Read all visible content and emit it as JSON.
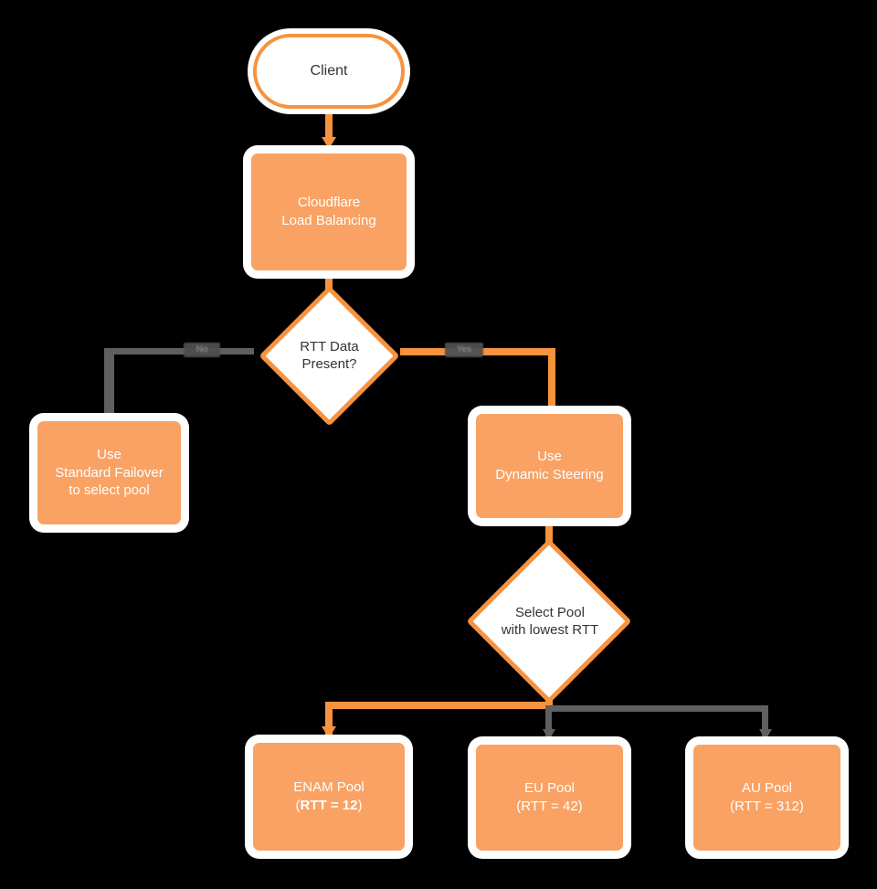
{
  "diagram": {
    "type": "flowchart",
    "title": "Cloudflare Load Balancing dynamic steering decision flow",
    "colors": {
      "background": "#000000",
      "node_fill": "#F9A263",
      "node_stroke": "#F7923E",
      "node_text_on_fill": "#FFFFFF",
      "decision_fill": "#FFFFFF",
      "decision_text": "#343434",
      "edge_primary": "#F7923E",
      "edge_secondary": "#5F5F5F",
      "edge_label_bg": "#4F4F4F",
      "edge_label_text": "#9A9A9A"
    },
    "nodes": [
      {
        "id": "client",
        "shape": "stadium",
        "text": "Client"
      },
      {
        "id": "lb",
        "shape": "process",
        "line1": "Cloudflare",
        "line2": "Load Balancing"
      },
      {
        "id": "rtt_check",
        "shape": "decision",
        "line1": "RTT Data",
        "line2": "Present?"
      },
      {
        "id": "failover",
        "shape": "process",
        "line1": "Use",
        "line2": "Standard Failover",
        "line3": "to select pool"
      },
      {
        "id": "steering",
        "shape": "process",
        "line1": "Use",
        "line2": "Dynamic Steering"
      },
      {
        "id": "select_pool",
        "shape": "decision",
        "line1": "Select Pool",
        "line2": "with lowest RTT"
      },
      {
        "id": "enam",
        "shape": "process",
        "line1": "ENAM Pool",
        "line2_prefix": "(",
        "line2_bold": "RTT = 12",
        "line2_suffix": ")"
      },
      {
        "id": "eu",
        "shape": "process",
        "line1": "EU Pool",
        "line2": "(RTT = 42)"
      },
      {
        "id": "au",
        "shape": "process",
        "line1": "AU Pool",
        "line2": "(RTT = 312)"
      }
    ],
    "edges": [
      {
        "from": "client",
        "to": "lb",
        "label": "",
        "color": "#F7923E"
      },
      {
        "from": "lb",
        "to": "rtt_check",
        "label": "",
        "color": "#F7923E"
      },
      {
        "from": "rtt_check",
        "to": "failover",
        "label": "No",
        "color": "#5F5F5F"
      },
      {
        "from": "rtt_check",
        "to": "steering",
        "label": "Yes",
        "color": "#F7923E"
      },
      {
        "from": "steering",
        "to": "select_pool",
        "label": "",
        "color": "#F7923E"
      },
      {
        "from": "select_pool",
        "to": "enam",
        "label": "",
        "color": "#F7923E"
      },
      {
        "from": "select_pool",
        "to": "eu",
        "label": "",
        "color": "#5F5F5F"
      },
      {
        "from": "select_pool",
        "to": "au",
        "label": "",
        "color": "#5F5F5F"
      }
    ]
  }
}
